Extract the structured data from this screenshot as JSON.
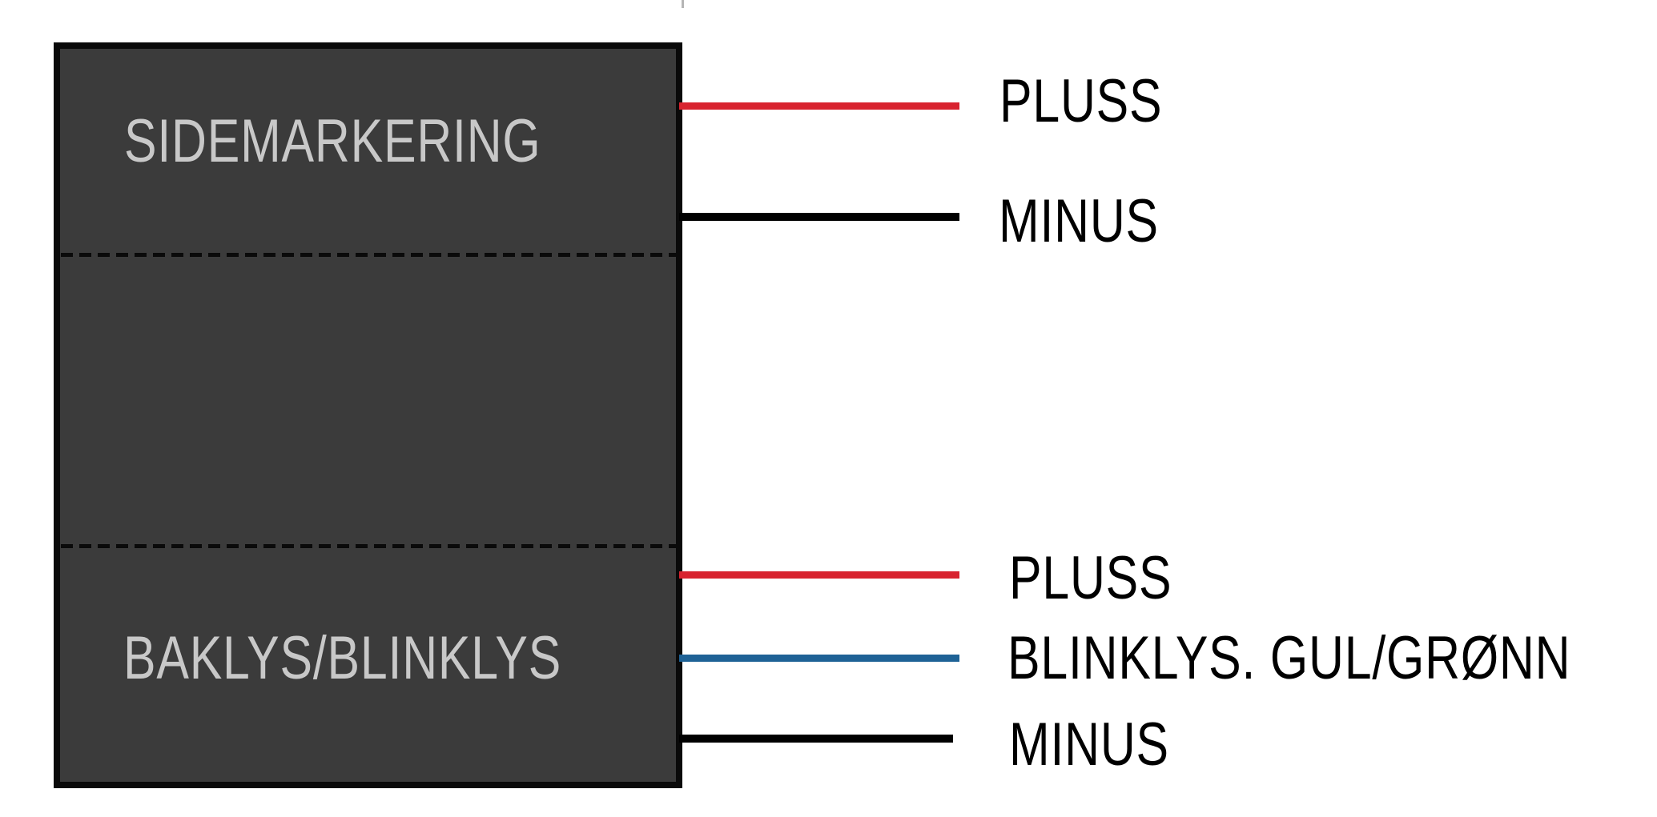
{
  "background_color": "#ffffff",
  "box": {
    "fill_color": "#3b3b3b",
    "border_color": "#0a0a0a",
    "label_color": "#c8c8c8",
    "top_section_label": "SIDEMARKERING",
    "bottom_section_label": "BAKLYS/BLINKLYS"
  },
  "wires": [
    {
      "section": "SIDEMARKERING",
      "label": "PLUSS",
      "color": "#d8232f",
      "color_name": "red"
    },
    {
      "section": "SIDEMARKERING",
      "label": "MINUS",
      "color": "#000000",
      "color_name": "black"
    },
    {
      "section": "BAKLYS/BLINKLYS",
      "label": "PLUSS",
      "color": "#d8232f",
      "color_name": "red"
    },
    {
      "section": "BAKLYS/BLINKLYS",
      "label": "BLINKLYS. GUL/GRØNN",
      "color": "#1e6296",
      "color_name": "blue"
    },
    {
      "section": "BAKLYS/BLINKLYS",
      "label": "MINUS",
      "color": "#000000",
      "color_name": "black"
    }
  ],
  "wire_label_color": "#000000"
}
